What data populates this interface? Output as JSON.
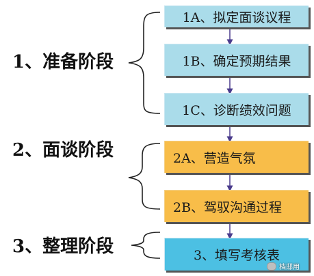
{
  "stages": [
    {
      "label": "1、准备阶段"
    },
    {
      "label": "2、面谈阶段"
    },
    {
      "label": "3、整理阶段"
    }
  ],
  "steps": [
    {
      "label": "1A、拟定面谈议程",
      "stage": 1
    },
    {
      "label": "1B、确定预期结果",
      "stage": 1
    },
    {
      "label": "1C、诊断绩效问题",
      "stage": 1
    },
    {
      "label": "2A、营造气氛",
      "stage": 2
    },
    {
      "label": "2B、驾驭沟通过程",
      "stage": 2
    },
    {
      "label": "3、填写考核表",
      "stage": 3
    }
  ],
  "colors": {
    "stage1_box": "#aadcea",
    "stage2_box": "#f8bd49",
    "stage3_box": "#4cc0e3",
    "arrow": "#4a3b8c",
    "brace": "#222222"
  },
  "watermark": {
    "text": "档邸用"
  }
}
